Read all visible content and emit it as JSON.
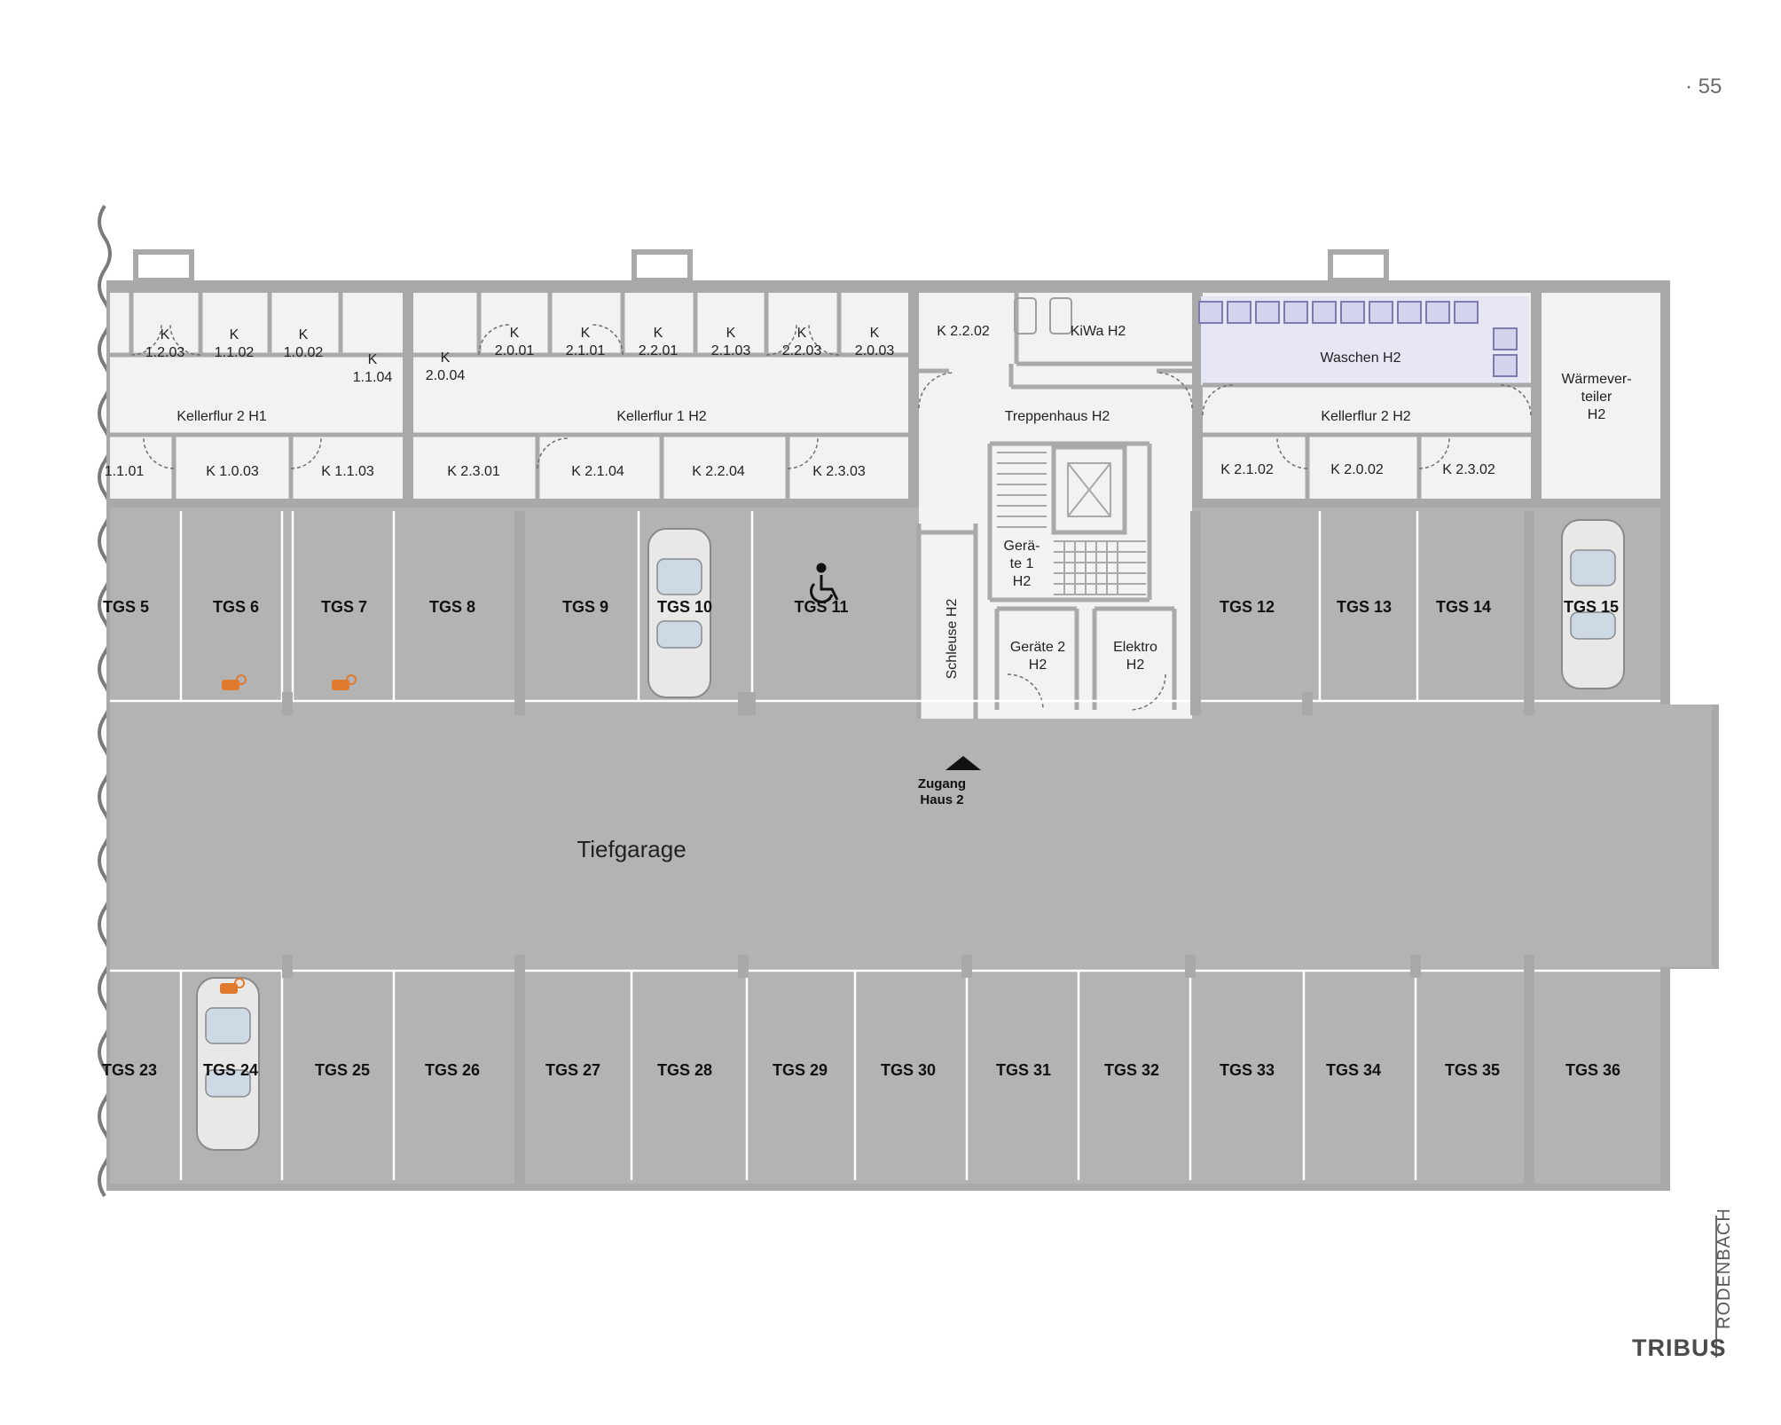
{
  "page_number": "· 55",
  "brand": {
    "name": "TRIBUS",
    "location": "RODENBACH"
  },
  "colors": {
    "garage": "#b3b3b3",
    "room": "#f2f2f2",
    "wall": "#a9a9a9",
    "wash_room": "#e6e6f5",
    "accent_charging": "#e07a2e"
  },
  "labels": {
    "garage": "Tiefgarage",
    "access_line1": "Zugang",
    "access_line2": "Haus 2",
    "schleuse": "Schleuse H2",
    "stair": "Treppenhaus H2",
    "kellerflur_h1": "Kellerflur 2 H1",
    "kellerflur_1_h2": "Kellerflur 1 H2",
    "kellerflur_2_h2": "Kellerflur 2 H2",
    "waschen": "Waschen H2",
    "kiwa": "KiWa H2",
    "k2202": "K 2.2.02",
    "waerme_1": "Wärmever-",
    "waerme_2": "teiler",
    "waerme_3": "H2",
    "geraete1_1": "Gerä-",
    "geraete1_2": "te 1",
    "geraete1_3": "H2",
    "geraete2_1": "Geräte 2",
    "geraete2_2": "H2",
    "elektro_1": "Elektro",
    "elektro_2": "H2",
    "k1203": [
      "K",
      "1.2.03"
    ],
    "k1102": [
      "K",
      "1.1.02"
    ],
    "k1002": [
      "K",
      "1.0.02"
    ],
    "k1104": [
      "K",
      "1.1.04"
    ],
    "k2004": [
      "K",
      "2.0.04"
    ],
    "k2001": [
      "K",
      "2.0.01"
    ],
    "k2101": [
      "K",
      "2.1.01"
    ],
    "k2201": [
      "K",
      "2.2.01"
    ],
    "k2103": [
      "K",
      "2.1.03"
    ],
    "k2203": [
      "K",
      "2.2.03"
    ],
    "k2003": [
      "K",
      "2.0.03"
    ],
    "k1101": "1.1.01",
    "k1003": "K 1.0.03",
    "k1103": "K 1.1.03",
    "k2301": "K 2.3.01",
    "k2104": "K 2.1.04",
    "k2204": "K 2.2.04",
    "k2303": "K 2.3.03",
    "k2102": "K 2.1.02",
    "k2002": "K 2.0.02",
    "k2302": "K 2.3.02"
  },
  "parking_top": [
    "TGS 5",
    "TGS 6",
    "TGS 7",
    "TGS 8",
    "TGS 9",
    "TGS 10",
    "TGS 11",
    "TGS 12",
    "TGS 13",
    "TGS 14",
    "TGS 15"
  ],
  "parking_bottom": [
    "TGS 23",
    "TGS 24",
    "TGS 25",
    "TGS 26",
    "TGS 27",
    "TGS 28",
    "TGS 29",
    "TGS 30",
    "TGS 31",
    "TGS 32",
    "TGS 33",
    "TGS 34",
    "TGS 35",
    "TGS 36"
  ],
  "icons": {
    "accessible": "wheelchair-icon",
    "charging": "ev-charging-icon",
    "car": "car-icon",
    "arrow": "triangle-up-icon"
  }
}
